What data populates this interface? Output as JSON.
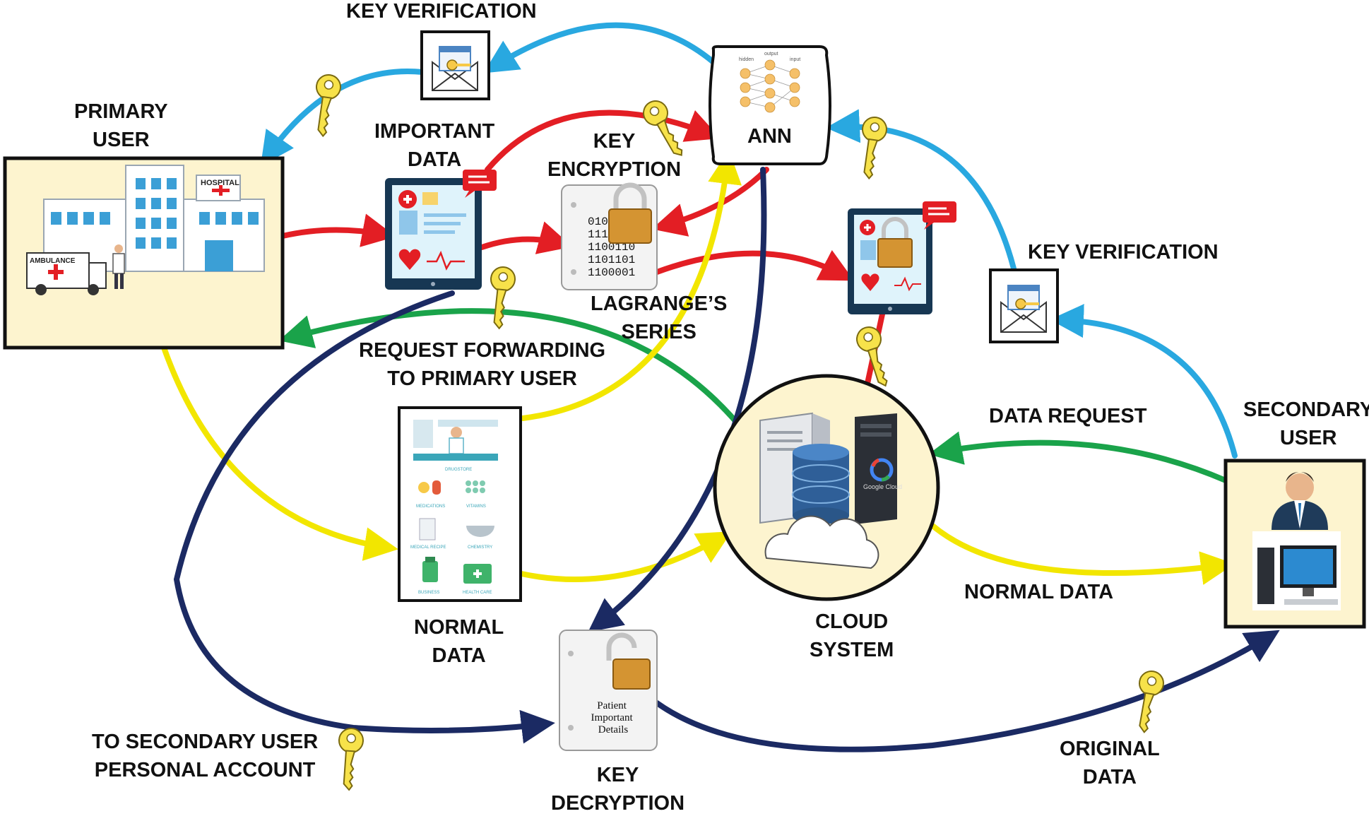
{
  "labels": {
    "key_verification_top": "KEY VERIFICATION",
    "primary_user": [
      "PRIMARY",
      "USER"
    ],
    "important_data": [
      "IMPORTANT",
      "DATA"
    ],
    "key_encryption": [
      "KEY",
      "ENCRYPTION"
    ],
    "ann": "ANN",
    "key_verification_right": "KEY VERIFICATION",
    "lagranges_series": [
      "LAGRANGE’S",
      "SERIES"
    ],
    "request_forwarding": [
      "REQUEST FORWARDING",
      "TO PRIMARY USER"
    ],
    "data_request": "DATA REQUEST",
    "secondary_user": [
      "SECONDARY",
      "USER"
    ],
    "normal_data_left": [
      "NORMAL",
      "DATA"
    ],
    "cloud_system": [
      "CLOUD",
      "SYSTEM"
    ],
    "normal_data_right": "NORMAL DATA",
    "to_secondary_user": [
      "TO SECONDARY USER",
      "PERSONAL ACCOUNT"
    ],
    "key_decryption": [
      "KEY",
      "DECRYPTION"
    ],
    "original_data": [
      "ORIGINAL",
      "DATA"
    ]
  },
  "illustrations": {
    "hospital_sign": "HOSPITAL",
    "ambulance_sign": "AMBULANCE",
    "binary_lines": [
      "010",
      "111",
      "1100110",
      "1101101",
      "1100001"
    ],
    "pharmacy_sections": [
      "DRUGSTORE",
      "MEDICATIONS",
      "VITAMINS",
      "MEDICAL RECIPE",
      "CHEMISTRY",
      "BUSINESS",
      "HEALTH CARE"
    ],
    "decryption_doc_text": [
      "Patient",
      "Important",
      "Details"
    ],
    "cloud_brand": "Google Cloud",
    "ann_layer_captions": [
      "hidden",
      "output",
      "input"
    ]
  },
  "colors": {
    "red_flow": "#e31e24",
    "blue_flow": "#29a8e0",
    "green_flow": "#1aa34a",
    "yellow_flow": "#f2e600",
    "navy_flow": "#1b2a63",
    "key_yellow": "#f7e24a",
    "panel_bg": "#fdf4cf"
  }
}
